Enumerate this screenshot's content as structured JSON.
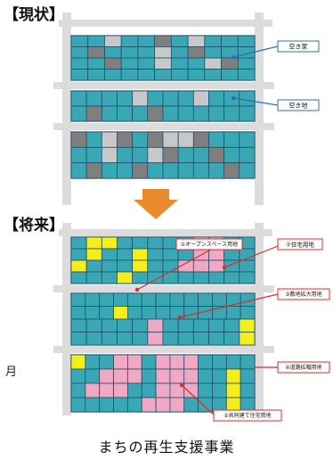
{
  "current": {
    "title": "【現状】"
  },
  "future": {
    "title": "【将来】"
  },
  "side_char": "月",
  "caption": "まちの再生支援事業",
  "colors": {
    "teal": "#3aa8b4",
    "teal_border": "#1f4f6e",
    "gray": "#7f7f7f",
    "light_gray": "#c8c8c8",
    "yellow": "#f6ee1b",
    "pink": "#f0a8c4",
    "road": "#dcdcdc",
    "arrow": "#e98a2c",
    "callout_blue": "#2d6fb5",
    "callout_red": "#e02a2a"
  },
  "current_labels": [
    {
      "id": "vacant-house",
      "text": "空き家"
    },
    {
      "id": "vacant-lot",
      "text": "空き地"
    }
  ],
  "future_labels": [
    {
      "id": "open-space",
      "text": "①オープンスペース用地"
    },
    {
      "id": "residential",
      "text": "②住宅用地"
    },
    {
      "id": "site-expansion",
      "text": "③敷地拡大用地"
    },
    {
      "id": "road-widening",
      "text": "④道路拡幅用地"
    },
    {
      "id": "joint-housing",
      "text": "⑤共同建て住宅用地"
    }
  ]
}
